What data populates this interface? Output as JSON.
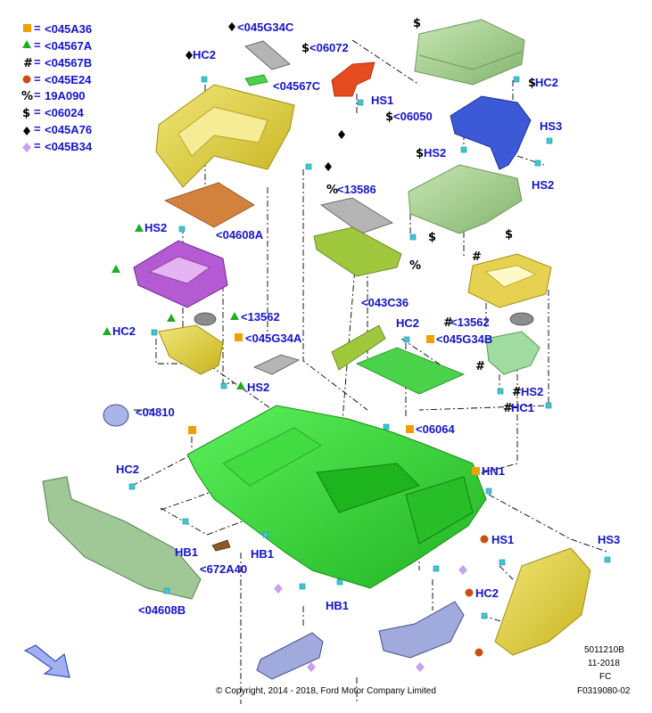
{
  "legend": [
    {
      "marker": "square-orange",
      "sep": "=",
      "code": "<045A36"
    },
    {
      "marker": "triangle-green",
      "sep": "=",
      "code": "<04567A"
    },
    {
      "marker": "hash",
      "sep": "=",
      "code": "<04567B"
    },
    {
      "marker": "circle-darkorange",
      "sep": "=",
      "code": "<045E24"
    },
    {
      "marker": "percent",
      "sep": "=",
      "code": "19A090"
    },
    {
      "marker": "dollar",
      "sep": "=",
      "code": "<06024"
    },
    {
      "marker": "diamond-black",
      "sep": "=",
      "code": "<045A76"
    },
    {
      "marker": "diamond-lavender",
      "sep": "=",
      "code": "<045B34"
    }
  ],
  "symbols": {
    "hash": "#",
    "percent": "%",
    "dollar": "$",
    "diamond": "♦"
  },
  "labels": {
    "hc2_top": "HC2",
    "p045g34c": "<045G34C",
    "p06072": "<06072",
    "p04567c": "<04567C",
    "hs1_top": "HS1",
    "hc2_right": "HC2",
    "p06050": "<06050",
    "hs3_top": "HS3",
    "hs2_r1": "HS2",
    "hs2_r2": "HS2",
    "p13586": "<13586",
    "hs2_left": "HS2",
    "p04608a": "<04608A",
    "p13562_l": "<13562",
    "hc2_left": "HC2",
    "p045g34a": "<045G34A",
    "hs2_mid": "HS2",
    "p043c36": "<043C36",
    "hc2_mid": "HC2",
    "p045g34b": "<045G34B",
    "p13562_r": "<13562",
    "hs2_r3": "HS2",
    "hc1": "HC1",
    "p04810": "<04810",
    "p06064": "<06064",
    "hn1": "HN1",
    "hc2_lower": "HC2",
    "hs1_lower": "HS1",
    "hs3_lower": "HS3",
    "hb1_a": "HB1",
    "hb1_b": "HB1",
    "p672a40": "<672A40",
    "hc2_bottom": "HC2",
    "p04608b": "<04608B",
    "hb1_c": "HB1"
  },
  "footer": {
    "copyright": "© Copyright, 2014 - 2018, Ford Motor Company Limited",
    "code1": "5011210B",
    "date": "11-2018",
    "fc": "FC",
    "figure": "F0319080-02"
  },
  "colors": {
    "label_blue": "#1414c8",
    "orange_sq": "#f0a000",
    "green_tri": "#22aa22",
    "dark_orange_circle": "#c85010",
    "lavender_diamond": "#c8a0f0",
    "console_green": "#2ed22e",
    "yellow": "#e6d23c",
    "orange_brown": "#d2823c",
    "purple": "#b45ad2",
    "olive": "#a0c83c",
    "red": "#e64b1e",
    "blue": "#3c5ad7",
    "sage": "#96c882",
    "mint": "#a0dca0",
    "light_blue": "#a0aadc",
    "lilac_blue": "#aab4e6",
    "gold": "#e6d250",
    "navy_arrow": "#8ca0e6"
  }
}
